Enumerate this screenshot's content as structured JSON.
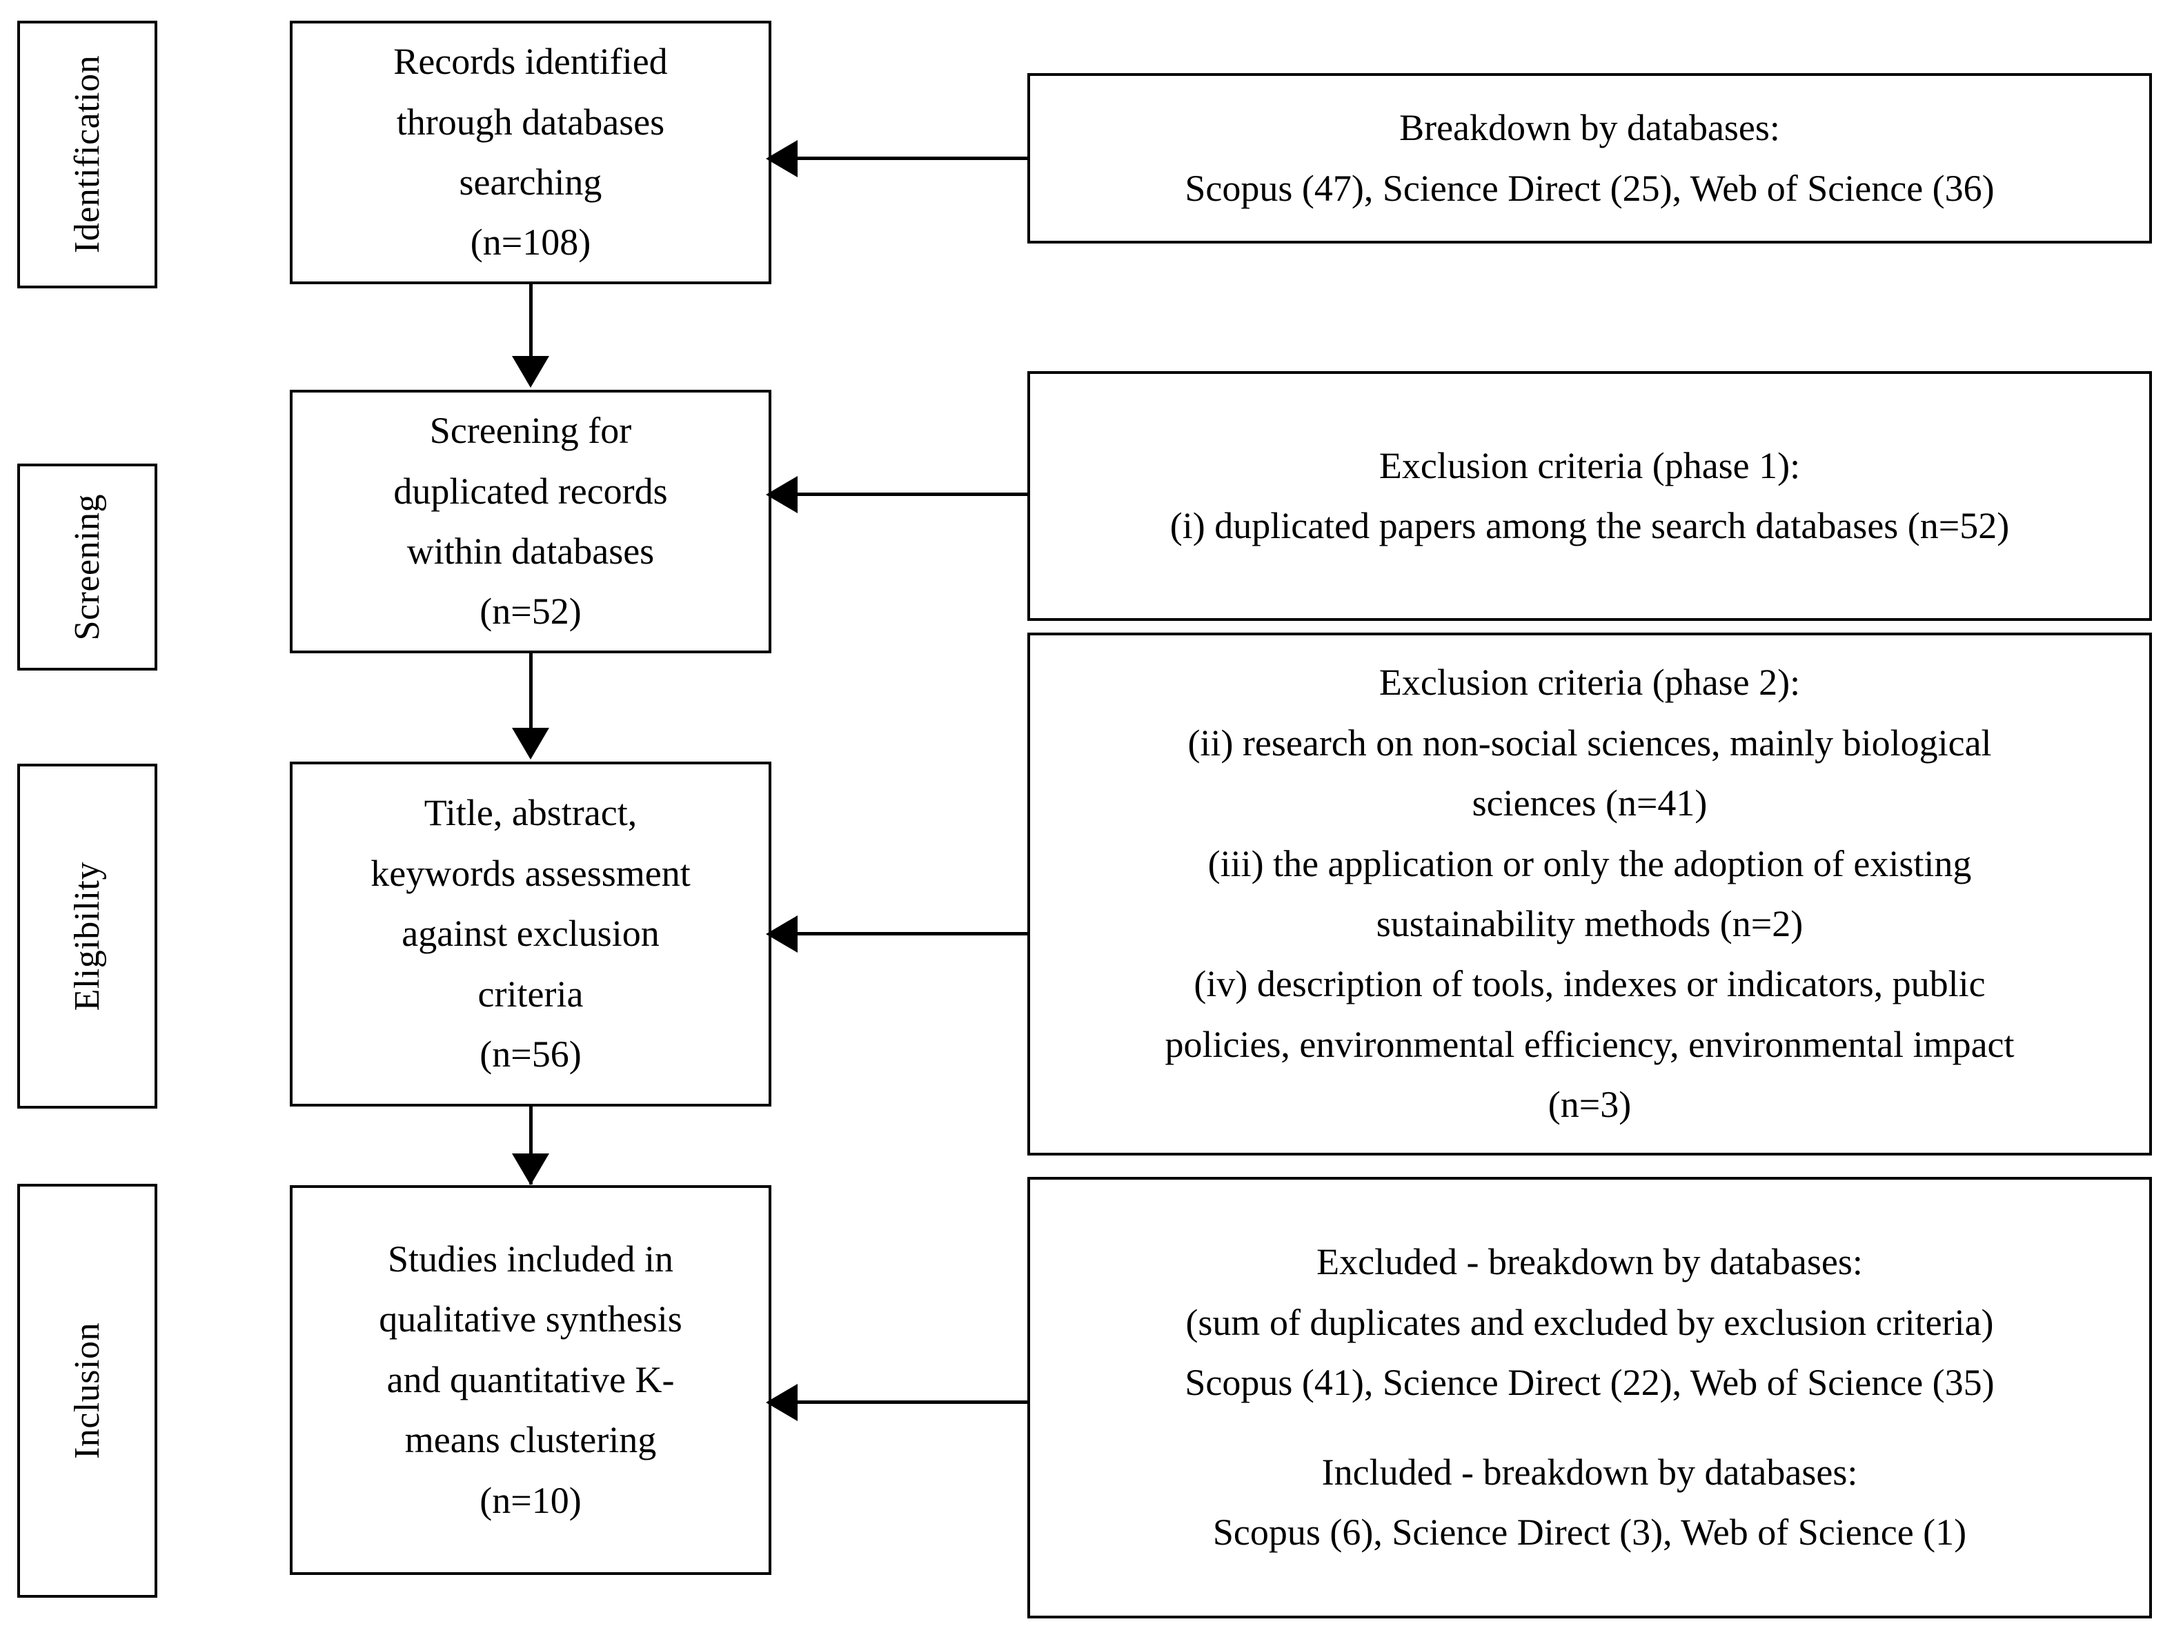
{
  "diagram": {
    "type": "prisma-flow-diagram",
    "stages": [
      {
        "label": "Identification"
      },
      {
        "label": "Screening"
      },
      {
        "label": "Eligibility"
      },
      {
        "label": "Inclusion"
      }
    ],
    "flow_boxes": [
      {
        "id": "records-identified",
        "lines": [
          "Records identified",
          "through databases",
          "searching",
          "(n=108)"
        ],
        "n": 108
      },
      {
        "id": "screening-duplicates",
        "lines": [
          "Screening for",
          "duplicated records",
          "within databases",
          "(n=52)"
        ],
        "n": 52
      },
      {
        "id": "title-abstract-keywords",
        "lines": [
          "Title, abstract,",
          "keywords assessment",
          "against exclusion",
          "criteria",
          "(n=56)"
        ],
        "n": 56
      },
      {
        "id": "studies-included",
        "lines": [
          "Studies included in",
          "qualitative synthesis",
          "and quantitative K-",
          "means clustering",
          "(n=10)"
        ],
        "n": 10
      }
    ],
    "side_boxes": [
      {
        "id": "breakdown-by-databases",
        "lines": [
          "Breakdown by databases:",
          "Scopus (47),  Science Direct (25),  Web of Science (36)"
        ]
      },
      {
        "id": "exclusion-criteria-phase-1",
        "lines": [
          "Exclusion criteria (phase 1):",
          "(i) duplicated papers among the search databases (n=52)"
        ]
      },
      {
        "id": "exclusion-criteria-phase-2",
        "lines": [
          "Exclusion criteria (phase 2):",
          "(ii) research on non-social sciences, mainly biological",
          "sciences (n=41)",
          "(iii) the application or only the adoption of existing",
          "sustainability methods (n=2)",
          "(iv) description of tools, indexes or indicators, public",
          "policies, environmental efficiency, environmental impact",
          "(n=3)"
        ]
      },
      {
        "id": "excluded-included-breakdown",
        "lines": [
          "Excluded - breakdown by databases:",
          "(sum of duplicates and excluded by exclusion criteria)",
          "Scopus (41),  Science Direct (22),  Web of Science (35)",
          "",
          "Included - breakdown by databases:",
          "Scopus (6),  Science Direct (3),  Web of Science (1)"
        ]
      }
    ],
    "connectors": {
      "down_arrow_icon": "arrow-down-icon",
      "left_arrow_icon": "arrow-left-icon"
    },
    "colors": {
      "stroke": "#000000",
      "background": "#ffffff",
      "text": "#000000"
    }
  }
}
